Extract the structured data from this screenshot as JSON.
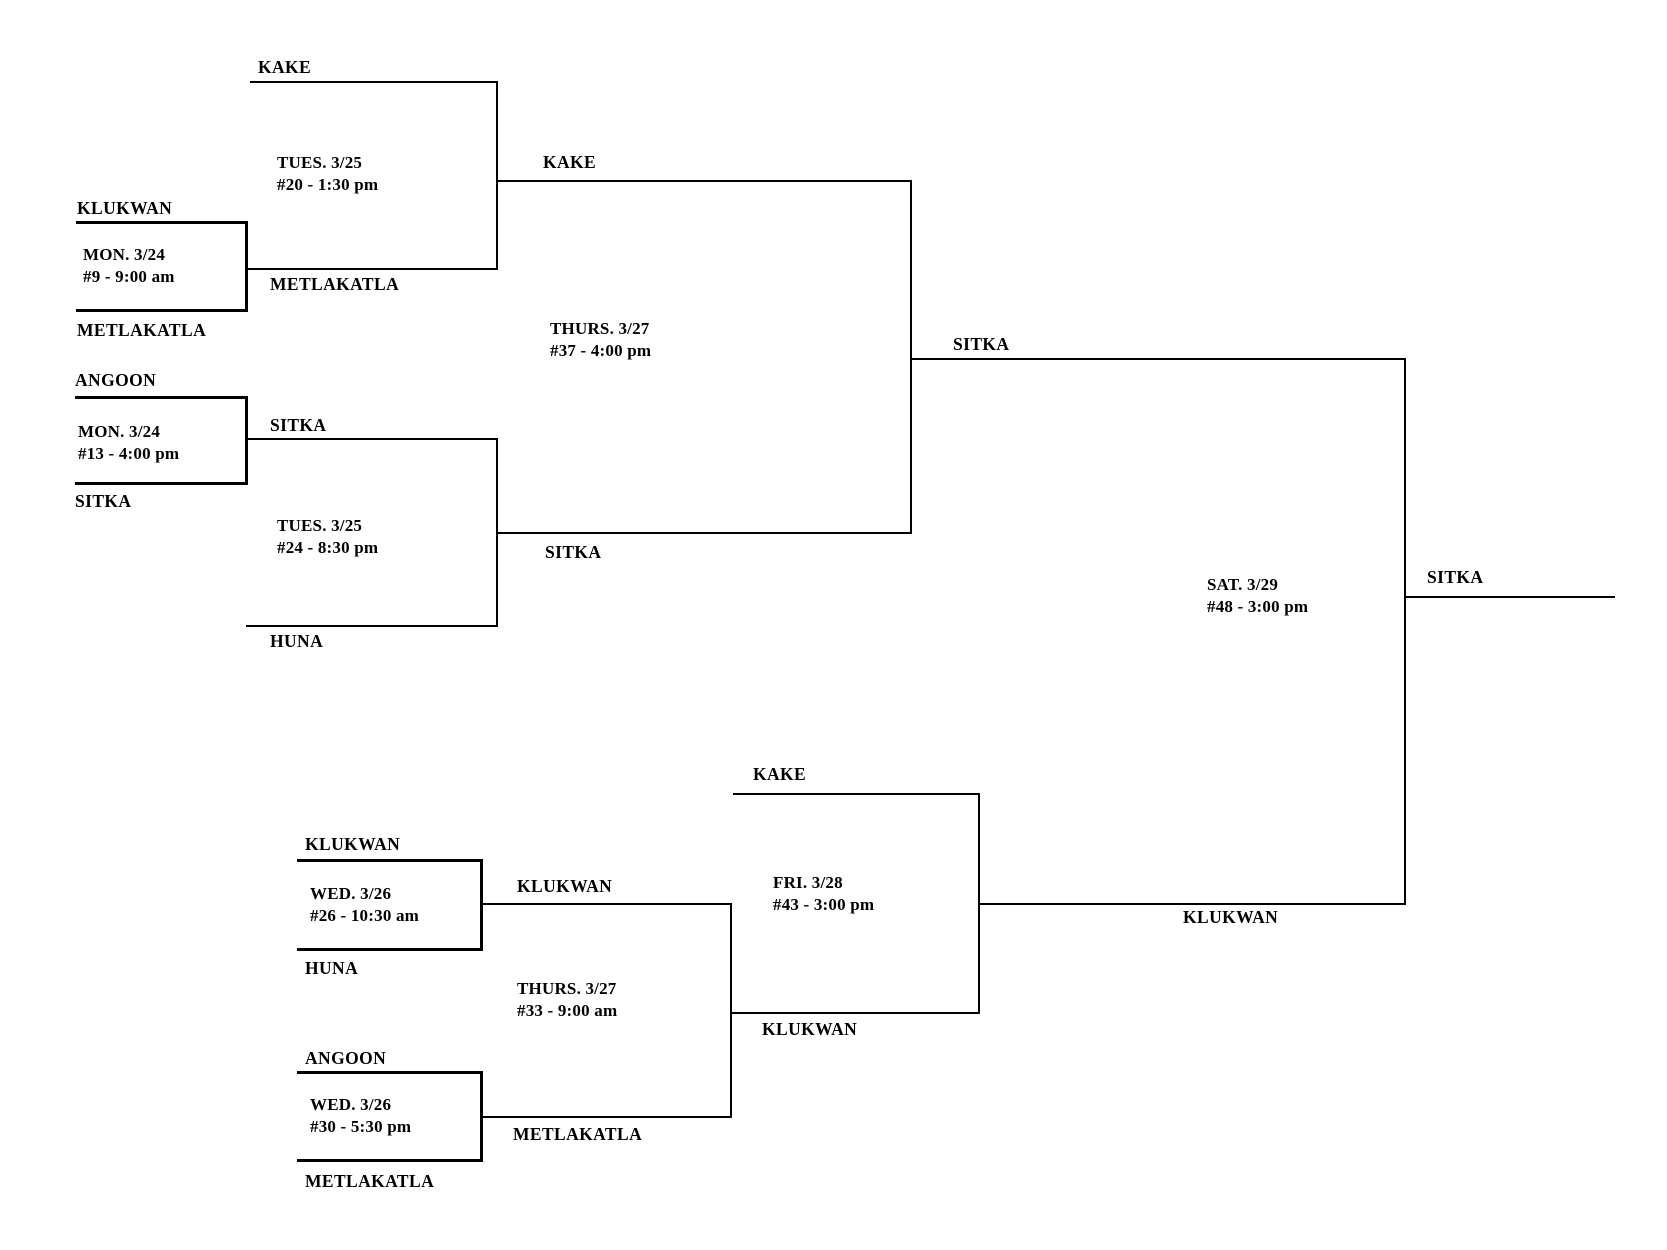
{
  "page": {
    "background": "#ffffff",
    "line_color": "#000000"
  },
  "bracket": {
    "champion": "SITKA",
    "games": {
      "g9": {
        "team_top": "KLUKWAN",
        "team_bottom": "METLAKATLA",
        "date": "MON. 3/24",
        "slot": "#9 - 9:00 am",
        "winner": "METLAKATLA"
      },
      "g13": {
        "team_top": "ANGOON",
        "team_bottom": "SITKA",
        "date": "MON. 3/24",
        "slot": "#13 - 4:00 pm",
        "winner": "SITKA"
      },
      "g20": {
        "team_top": "KAKE",
        "team_bottom": "METLAKATLA",
        "date": "TUES. 3/25",
        "slot": "#20 - 1:30 pm",
        "winner": "KAKE"
      },
      "g24": {
        "team_top": "SITKA",
        "team_bottom": "HUNA",
        "date": "TUES. 3/25",
        "slot": "#24 - 8:30 pm",
        "winner": "SITKA"
      },
      "g26": {
        "team_top": "KLUKWAN",
        "team_bottom": "HUNA",
        "date": "WED. 3/26",
        "slot": "#26 - 10:30 am",
        "winner": "KLUKWAN"
      },
      "g30": {
        "team_top": "ANGOON",
        "team_bottom": "METLAKATLA",
        "date": "WED. 3/26",
        "slot": "#30 - 5:30 pm",
        "winner": "METLAKATLA"
      },
      "g33": {
        "team_top": "KLUKWAN",
        "team_bottom": "METLAKATLA",
        "date": "THURS. 3/27",
        "slot": "#33 - 9:00 am",
        "winner": "KLUKWAN"
      },
      "g37": {
        "team_top": "KAKE",
        "team_bottom": "SITKA",
        "date": "THURS. 3/27",
        "slot": "#37 - 4:00 pm",
        "winner": "SITKA"
      },
      "g43": {
        "team_top": "KAKE",
        "team_bottom": "KLUKWAN",
        "date": "FRI. 3/28",
        "slot": "#43 - 3:00 pm",
        "winner": "KLUKWAN"
      },
      "g48": {
        "team_top": "SITKA",
        "team_bottom": "KLUKWAN",
        "date": "SAT. 3/29",
        "slot": "#48 - 3:00 pm",
        "winner": "SITKA"
      }
    }
  }
}
